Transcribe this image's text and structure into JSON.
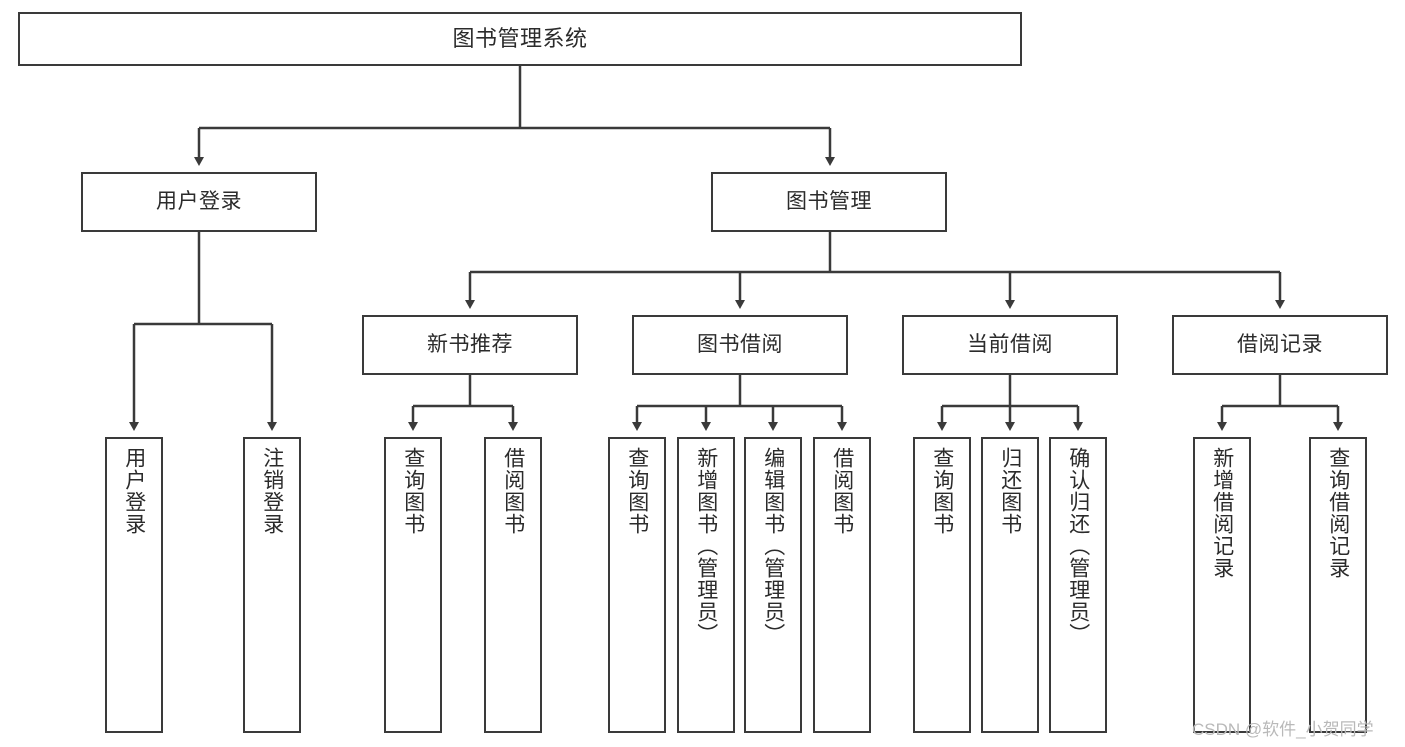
{
  "diagram": {
    "type": "hierarchy-tree",
    "title": "图书管理系统",
    "watermark": "CSDN @软件_小贺同学",
    "colors": {
      "box_border": "#3a3a3a",
      "box_fill": "#ffffff",
      "text": "#2b2b2b",
      "watermark": "#b9b9b9",
      "background": "#ffffff"
    },
    "levels": {
      "root": "图书管理系统",
      "level2": [
        "用户登录",
        "图书管理"
      ],
      "level3": [
        "新书推荐",
        "图书借阅",
        "当前借阅",
        "借阅记录"
      ]
    },
    "nodes": {
      "root": {
        "label": "图书管理系统"
      },
      "user_login": {
        "label": "用户登录"
      },
      "book_manage": {
        "label": "图书管理"
      },
      "new_book_rec": {
        "label": "新书推荐"
      },
      "book_borrow": {
        "label": "图书借阅"
      },
      "current_borrow": {
        "label": "当前借阅"
      },
      "borrow_record": {
        "label": "借阅记录"
      },
      "leaf_user_login": {
        "label": "用户登录"
      },
      "leaf_user_logout": {
        "label": "注销登录"
      },
      "leaf_query_book_1": {
        "label": "查询图书"
      },
      "leaf_borrow_book_1": {
        "label": "借阅图书"
      },
      "leaf_query_book_2": {
        "label": "查询图书"
      },
      "leaf_add_book": {
        "label": "新增图书（管理员）"
      },
      "leaf_edit_book": {
        "label": "编辑图书（管理员）"
      },
      "leaf_borrow_book_2": {
        "label": "借阅图书"
      },
      "leaf_query_book_3": {
        "label": "查询图书"
      },
      "leaf_return_book": {
        "label": "归还图书"
      },
      "leaf_confirm_return": {
        "label": "确认归还（管理员）"
      },
      "leaf_add_record": {
        "label": "新增借阅记录"
      },
      "leaf_query_record": {
        "label": "查询借阅记录"
      }
    },
    "edges": [
      {
        "from": "图书管理系统",
        "to": "用户登录"
      },
      {
        "from": "图书管理系统",
        "to": "图书管理"
      },
      {
        "from": "用户登录",
        "to": "用户登录"
      },
      {
        "from": "用户登录",
        "to": "注销登录"
      },
      {
        "from": "图书管理",
        "to": "新书推荐"
      },
      {
        "from": "图书管理",
        "to": "图书借阅"
      },
      {
        "from": "图书管理",
        "to": "当前借阅"
      },
      {
        "from": "图书管理",
        "to": "借阅记录"
      },
      {
        "from": "新书推荐",
        "to": "查询图书"
      },
      {
        "from": "新书推荐",
        "to": "借阅图书"
      },
      {
        "from": "图书借阅",
        "to": "查询图书"
      },
      {
        "from": "图书借阅",
        "to": "新增图书（管理员）"
      },
      {
        "from": "图书借阅",
        "to": "编辑图书（管理员）"
      },
      {
        "from": "图书借阅",
        "to": "借阅图书"
      },
      {
        "from": "当前借阅",
        "to": "查询图书"
      },
      {
        "from": "当前借阅",
        "to": "归还图书"
      },
      {
        "from": "当前借阅",
        "to": "确认归还（管理员）"
      },
      {
        "from": "借阅记录",
        "to": "新增借阅记录"
      },
      {
        "from": "借阅记录",
        "to": "查询借阅记录"
      }
    ]
  }
}
